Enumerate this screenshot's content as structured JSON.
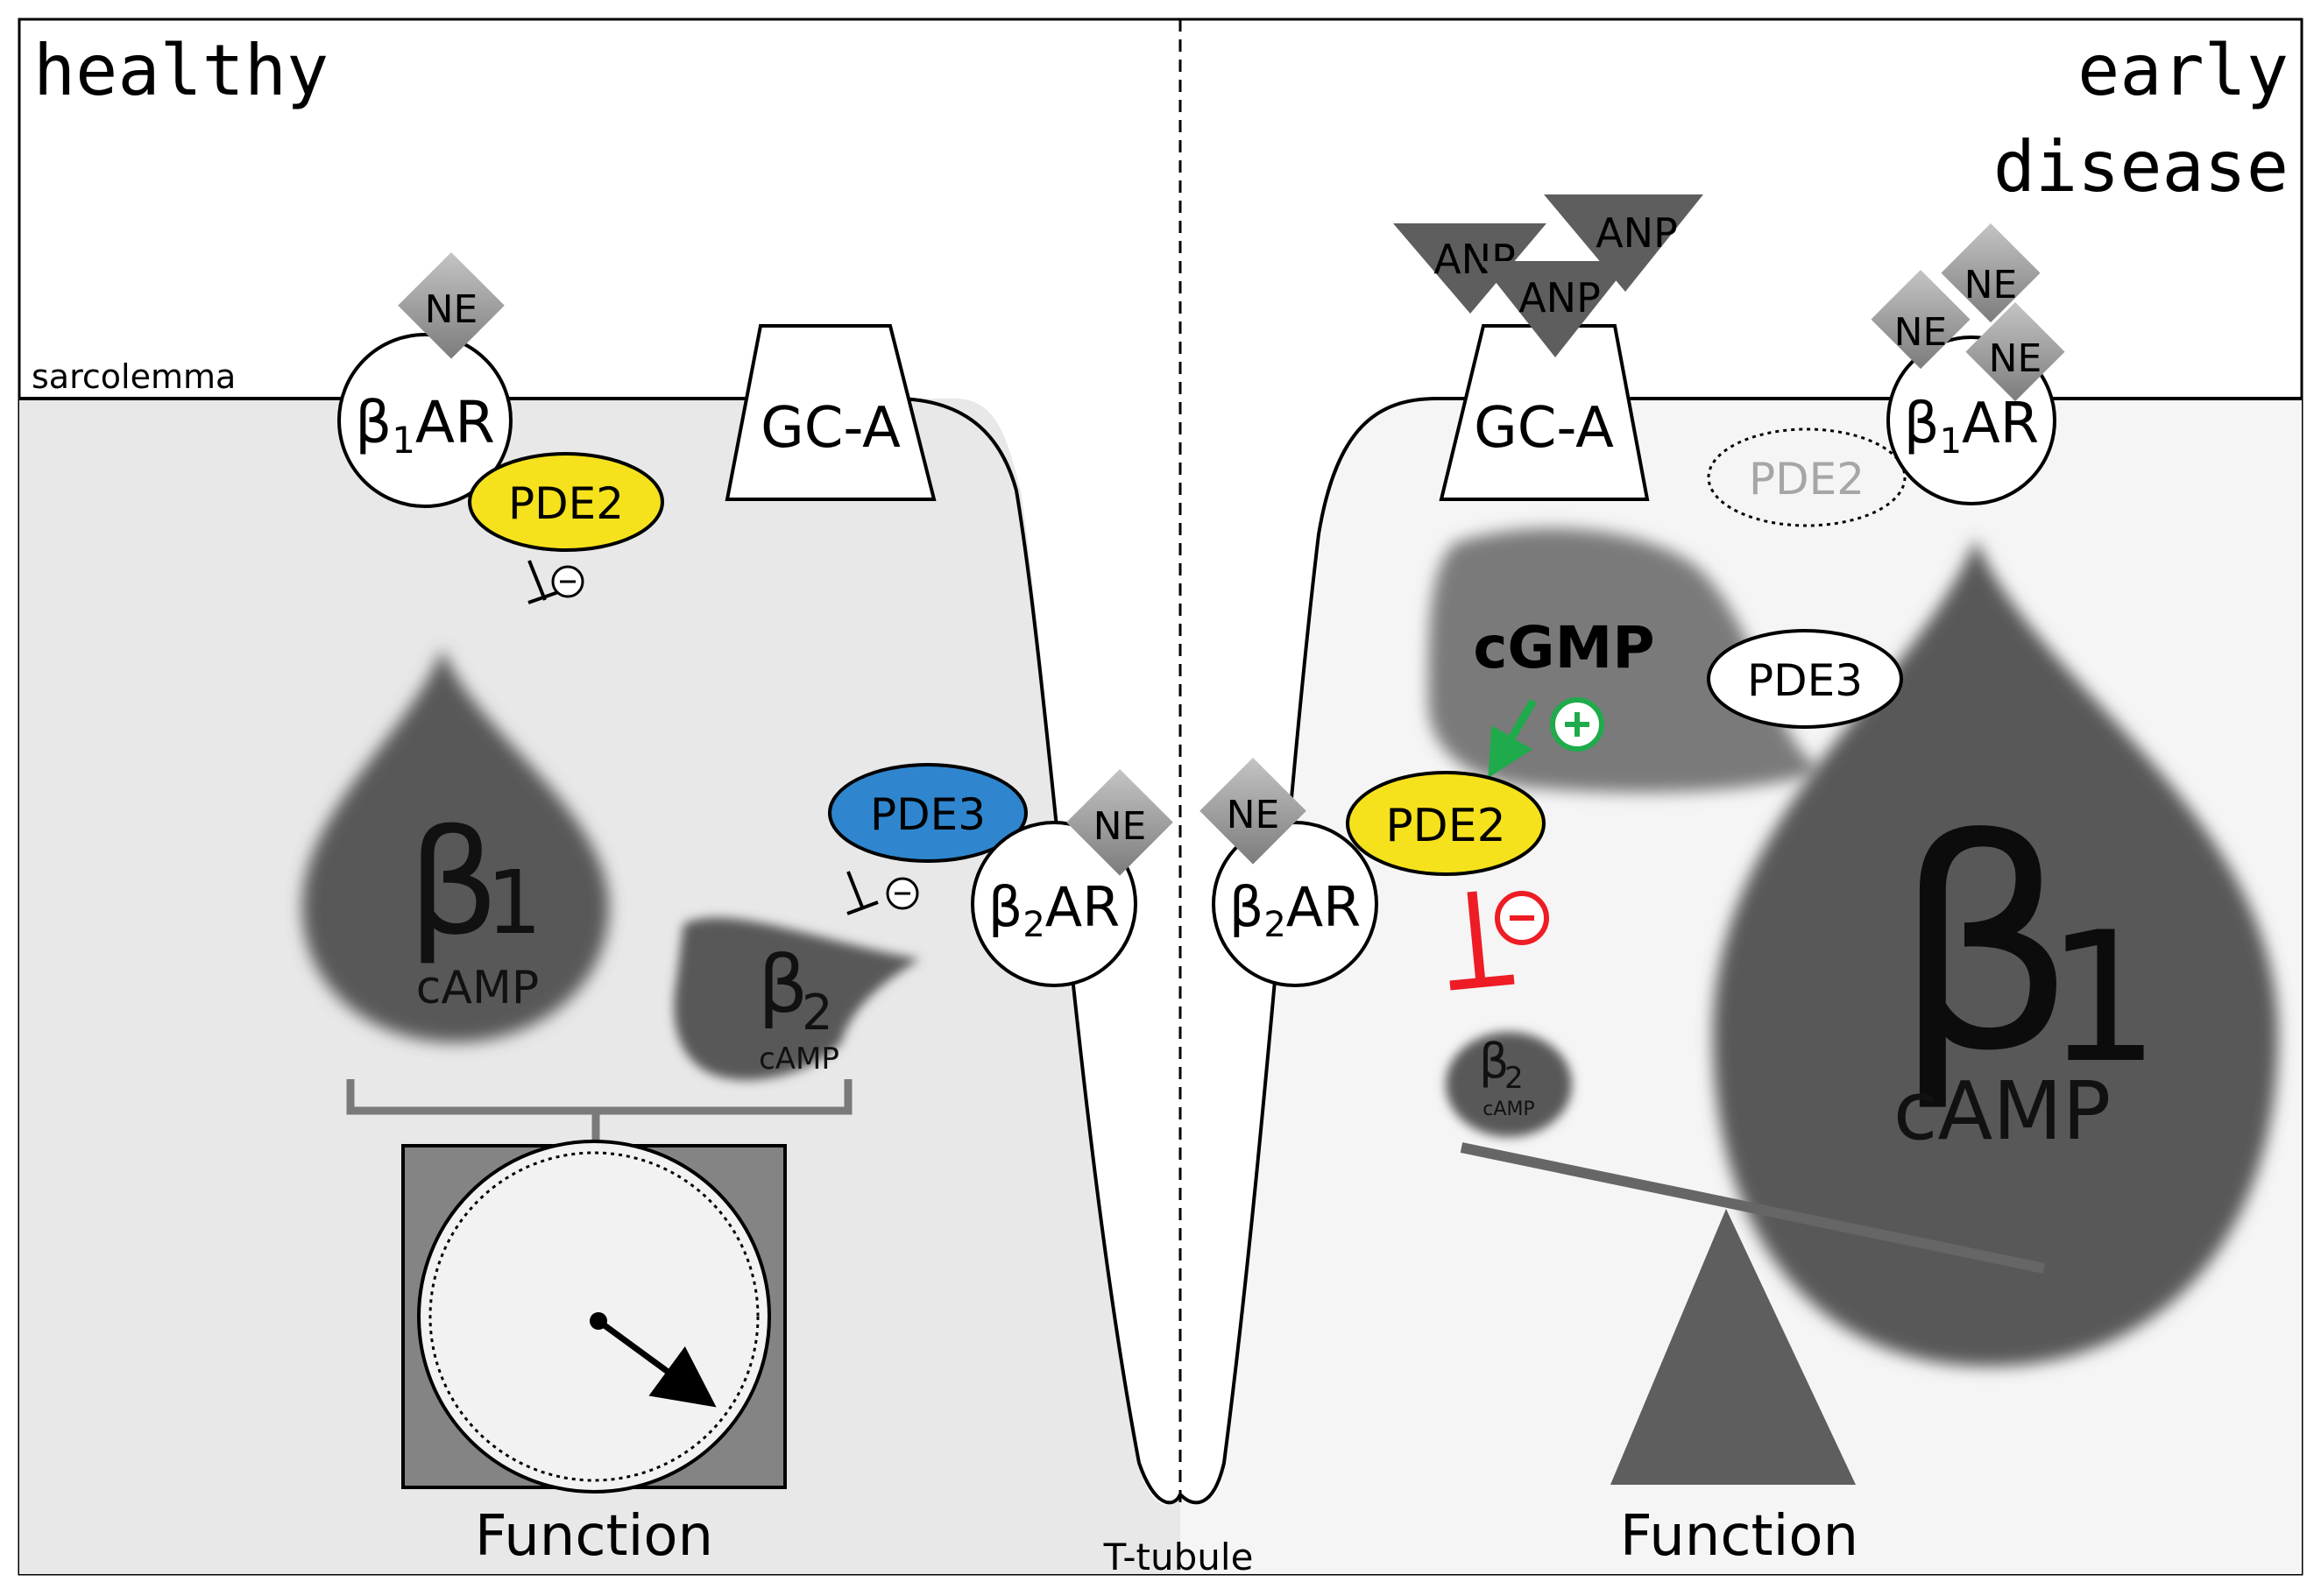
{
  "panels": {
    "left_title": "healthy",
    "right_title_line1": "early",
    "right_title_line2": "disease"
  },
  "labels": {
    "sarcolemma": "sarcolemma",
    "t_tubule": "T-tubule",
    "function_left": "Function",
    "function_right": "Function"
  },
  "ligands": {
    "ne": "NE",
    "anp": "ANP"
  },
  "receptors": {
    "beta_greek": "β",
    "sub_1": "1",
    "sub_2": "2",
    "ar": "AR",
    "gca": "GC-A"
  },
  "enzymes": {
    "pde2": "PDE2",
    "pde3": "PDE3"
  },
  "second_messengers": {
    "camp": "cAMP",
    "cgmp": "cGMP"
  },
  "symbols": {
    "minus": "−",
    "plus": "+"
  },
  "colors": {
    "pde2_fill": "#f5e21d",
    "pde3_healthy_fill": "#2f86cf",
    "inhibition_red": "#ee1c24",
    "stimulation_green": "#1faa4b",
    "camp_pool": "#595959",
    "cgmp_pool": "#7a7a7a",
    "cell_healthy": "#e8e8e8",
    "cell_disease": "#f5f5f5",
    "diamond": "#9a9a9a"
  }
}
